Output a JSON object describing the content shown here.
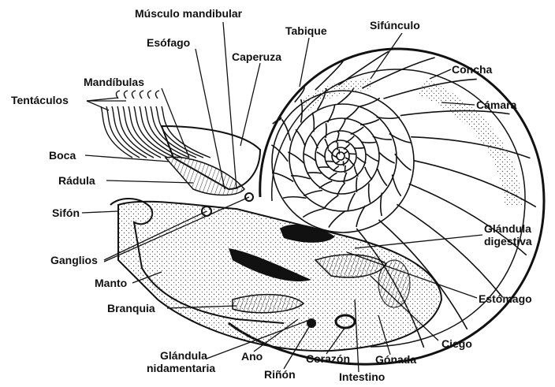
{
  "labels": {
    "musculo_mandibular": "Músculo mandibular",
    "esofago": "Esófago",
    "caperuza": "Caperuza",
    "tabique": "Tabique",
    "sifunculo": "Sifúnculo",
    "concha": "Concha",
    "camara": "Cámara",
    "mandibulas": "Mandíbulas",
    "tentaculos": "Tentáculos",
    "boca": "Boca",
    "radula": "Rádula",
    "sifon": "Sifón",
    "glandula_digestiva_1": "Glándula",
    "glandula_digestiva_2": "digestiva",
    "ganglios": "Ganglios",
    "manto": "Manto",
    "estomago": "Estómago",
    "branquia": "Branquia",
    "ciego": "Ciego",
    "glandula_nidamentaria_1": "Glándula",
    "glandula_nidamentaria_2": "nidamentaria",
    "ano": "Ano",
    "corazon": "Corazón",
    "gonada": "Gónada",
    "rinon": "Riñón",
    "intestino": "Intestino"
  },
  "colors": {
    "ink": "#111111",
    "shading": "#555555"
  }
}
